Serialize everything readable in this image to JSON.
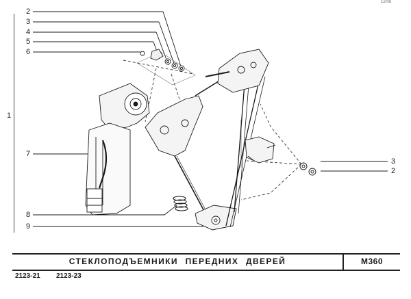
{
  "page_number": "12/06",
  "title": "СТЕКЛОПОДЪЕМНИКИ   ПЕРЕДНИХ   ДВЕРЕЙ",
  "code": "M360",
  "models": [
    "2123-21",
    "2123-23"
  ],
  "group_callout": "1",
  "callouts_left": [
    "2",
    "3",
    "4",
    "5",
    "6",
    "7",
    "8",
    "9"
  ],
  "callouts_right": [
    "3",
    "2"
  ]
}
